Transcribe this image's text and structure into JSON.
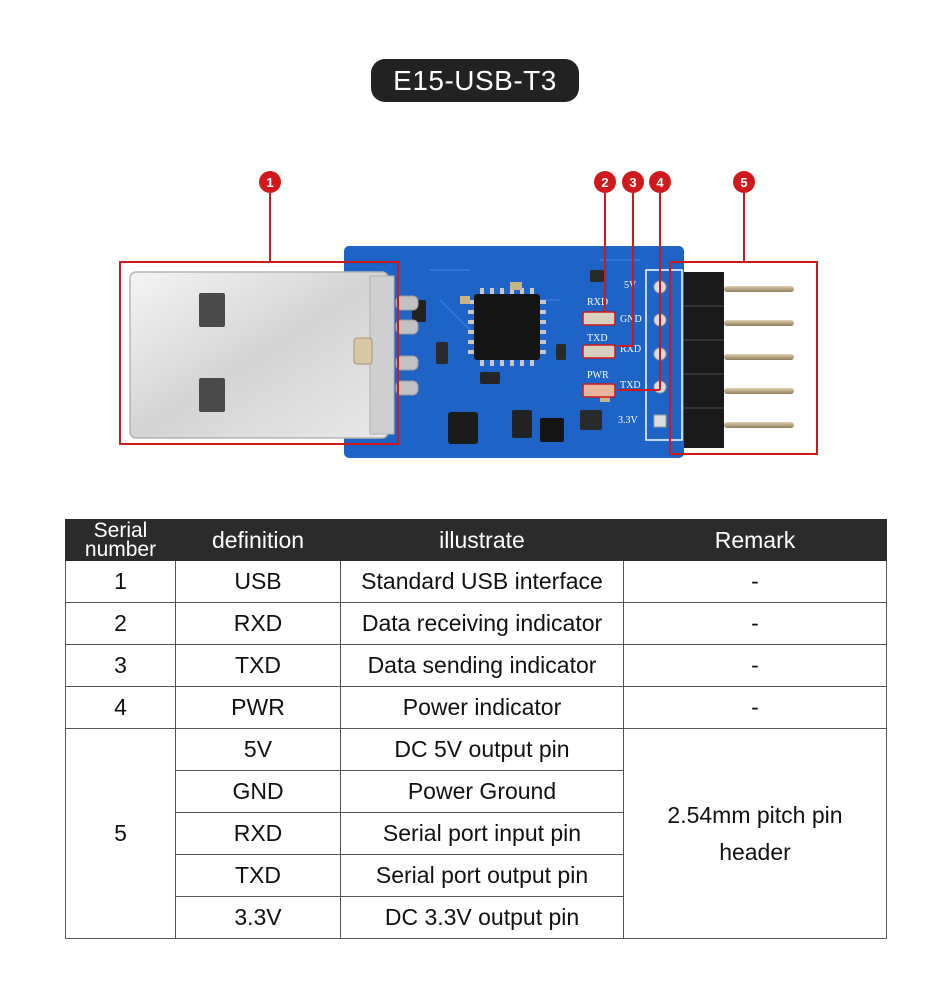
{
  "title": "E15-USB-T3",
  "callouts": [
    "1",
    "2",
    "3",
    "4",
    "5"
  ],
  "pcb_labels": {
    "rxd": "RXD",
    "txd": "TXD",
    "pwr": "PWR",
    "pin_5v": "5V",
    "pin_gnd": "GND",
    "pin_rxd": "RXD",
    "pin_txd": "TXD",
    "pin_33v": "3.3V"
  },
  "colors": {
    "accent_red": "#d0191b",
    "pcb_blue": "#1e63c6",
    "header_dark": "#2b2b2b"
  },
  "table": {
    "headers": {
      "serial": "Serial\nnumber",
      "definition": "definition",
      "illustrate": "illustrate",
      "remark": "Remark"
    },
    "rows": [
      {
        "serial": "1",
        "definition": "USB",
        "illustrate": "Standard USB interface",
        "remark": "-"
      },
      {
        "serial": "2",
        "definition": "RXD",
        "illustrate": "Data receiving indicator",
        "remark": "-"
      },
      {
        "serial": "3",
        "definition": "TXD",
        "illustrate": "Data sending indicator",
        "remark": "-"
      },
      {
        "serial": "4",
        "definition": "PWR",
        "illustrate": "Power indicator",
        "remark": "-"
      }
    ],
    "group5": {
      "serial": "5",
      "remark": "2.54mm pitch pin header",
      "rows": [
        {
          "definition": "5V",
          "illustrate": "DC 5V output pin"
        },
        {
          "definition": "GND",
          "illustrate": "Power Ground"
        },
        {
          "definition": "RXD",
          "illustrate": "Serial port input pin"
        },
        {
          "definition": "TXD",
          "illustrate": "Serial port output pin"
        },
        {
          "definition": "3.3V",
          "illustrate": "DC 3.3V output pin"
        }
      ]
    }
  }
}
